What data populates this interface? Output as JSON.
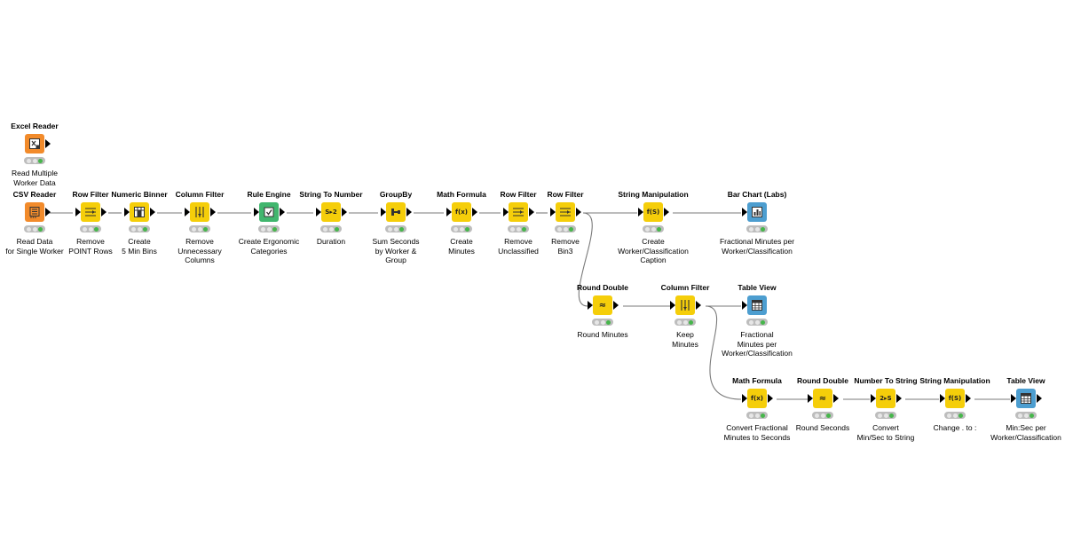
{
  "workflow": {
    "nodes": {
      "excel_reader": {
        "title": "Excel Reader",
        "label": "Read Multiple\nWorker Data",
        "icon": "excel-reader-icon"
      },
      "csv_reader": {
        "title": "CSV Reader",
        "label": "Read Data\nfor Single Worker",
        "icon": "csv-reader-icon"
      },
      "row_filter_1": {
        "title": "Row Filter",
        "label": "Remove\nPOINT Rows",
        "icon": "row-filter-icon"
      },
      "numeric_binner": {
        "title": "Numeric Binner",
        "label": "Create\n5 Min Bins",
        "icon": "numeric-binner-icon"
      },
      "column_filter_1": {
        "title": "Column Filter",
        "label": "Remove\nUnnecessary\nColumns",
        "icon": "column-filter-icon"
      },
      "rule_engine": {
        "title": "Rule Engine",
        "label": "Create Ergonomic\nCategories",
        "icon": "rule-engine-icon"
      },
      "string_to_number": {
        "title": "String To Number",
        "label": "Duration",
        "icon": "string-to-number-icon",
        "glyph": "S▸2"
      },
      "groupby": {
        "title": "GroupBy",
        "label": "Sum Seconds\nby Worker &\nGroup",
        "icon": "groupby-icon"
      },
      "math_formula_1": {
        "title": "Math Formula",
        "label": "Create\nMinutes",
        "icon": "math-formula-icon",
        "glyph": "f(x)"
      },
      "row_filter_2": {
        "title": "Row Filter",
        "label": "Remove\nUnclassified",
        "icon": "row-filter-icon"
      },
      "row_filter_3": {
        "title": "Row Filter",
        "label": "Remove\nBin3",
        "icon": "row-filter-icon"
      },
      "string_manip_1": {
        "title": "String Manipulation",
        "label": "Create\nWorker/Classification\nCaption",
        "icon": "string-manipulation-icon",
        "glyph": "f(S)"
      },
      "bar_chart": {
        "title": "Bar Chart (Labs)",
        "label": "Fractional Minutes per\nWorker/Classification",
        "icon": "bar-chart-icon"
      },
      "round_double_1": {
        "title": "Round Double",
        "label": "Round Minutes",
        "icon": "round-double-icon",
        "glyph": "≈"
      },
      "column_filter_2": {
        "title": "Column Filter",
        "label": "Keep\nMinutes",
        "icon": "column-filter-icon"
      },
      "table_view_1": {
        "title": "Table View",
        "label": "Fractional\nMinutes per\nWorker/Classification",
        "icon": "table-view-icon"
      },
      "math_formula_2": {
        "title": "Math Formula",
        "label": "Convert Fractional\nMinutes to Seconds",
        "icon": "math-formula-icon",
        "glyph": "f(x)"
      },
      "round_double_2": {
        "title": "Round Double",
        "label": "Round Seconds",
        "icon": "round-double-icon",
        "glyph": "≈"
      },
      "number_to_string": {
        "title": "Number To String",
        "label": "Convert\nMin/Sec to String",
        "icon": "number-to-string-icon",
        "glyph": "2▸S"
      },
      "string_manip_2": {
        "title": "String Manipulation",
        "label": "Change . to :",
        "icon": "string-manipulation-icon",
        "glyph": "f(S)"
      },
      "table_view_2": {
        "title": "Table View",
        "label": "Min:Sec per\nWorker/Classification",
        "icon": "table-view-icon"
      }
    },
    "colors": {
      "source": "#f28b2b",
      "manipulator": "#f5ce0a",
      "learner": "#41b66e",
      "visualizer": "#4d9ed0",
      "connection": "#7a7a7a",
      "status_executed": "#46b64b"
    }
  }
}
